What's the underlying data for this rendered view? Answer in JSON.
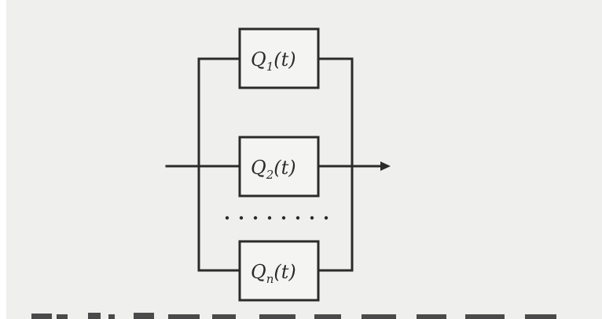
{
  "diagram": {
    "blocks": [
      {
        "id": "q1",
        "base": "Q",
        "subscript": "1",
        "arg": "(t)"
      },
      {
        "id": "q2",
        "base": "Q",
        "subscript": "2",
        "arg": "(t)"
      },
      {
        "id": "qn",
        "base": "Q",
        "subscript": "n",
        "arg": "(t)"
      }
    ],
    "ellipsis_dots": 8
  },
  "colors": {
    "ink": "#2b2b2b",
    "paper": "#efefed"
  }
}
